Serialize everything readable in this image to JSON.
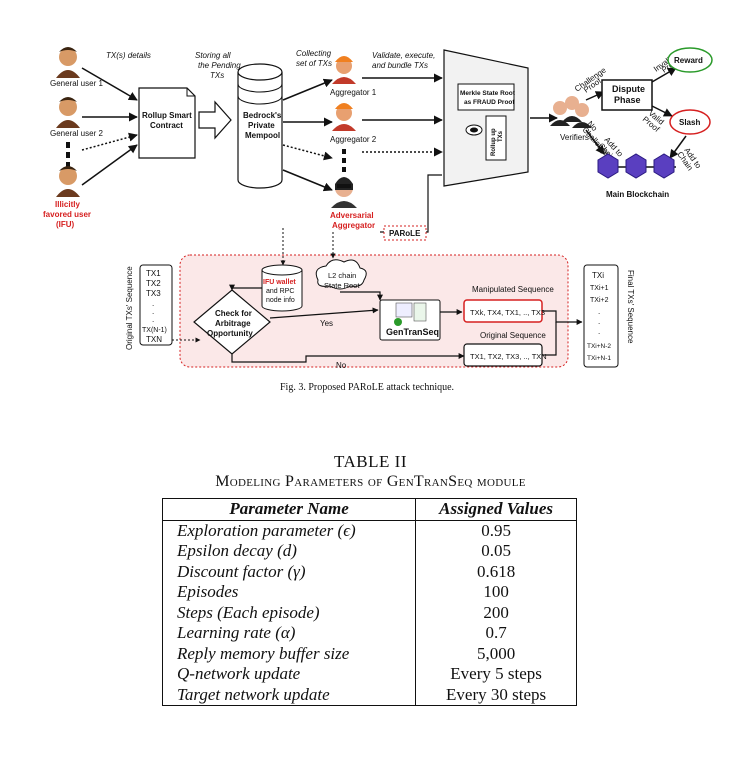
{
  "figure": {
    "tx_details": "TX(s) details",
    "users": [
      "General user 1",
      "General user 2"
    ],
    "ifu_label": [
      "Illicitly",
      "favored user",
      "(IFU)"
    ],
    "rollup_contract": [
      "Rollup Smart",
      "Contract"
    ],
    "storing_note": [
      "Storing all",
      "the Pending",
      "TXs"
    ],
    "mempool": [
      "Bedrock's",
      "Private",
      "Mempool"
    ],
    "collecting_note": [
      "Collecting",
      "set of TXs"
    ],
    "aggregators": [
      "Aggregator 1",
      "Aggregator 2"
    ],
    "adversarial": [
      "Adversarial",
      "Aggregator"
    ],
    "validate_note": [
      "Validate, execute,",
      "and bundle TXs"
    ],
    "merkle": [
      "Merkle State Root",
      "as FRAUD Proof"
    ],
    "rollup_txs": [
      "Rollup up",
      "TXs"
    ],
    "verifiers": "Verifiers",
    "challenge_proof": [
      "Challenge",
      "Proof"
    ],
    "dispute_phase": [
      "Dispute",
      "Phase"
    ],
    "invalid_proof": [
      "Invalid",
      "Proof"
    ],
    "valid_proof": [
      "Valid",
      "Proof"
    ],
    "reward": "Reward",
    "slash": "Slash",
    "no_challenge": [
      "No",
      "Challenge"
    ],
    "add_to_chain": [
      "Add to",
      "Chain"
    ],
    "main_blockchain": "Main Blockchain",
    "parole_label": "PARoLE",
    "orig_seq_vertical": "Original TXs' Sequence",
    "final_seq_vertical": "Final TXs' Sequence",
    "orig_list": [
      "TX1",
      "TX2",
      "TX3",
      ".",
      ".",
      ".",
      "TX(N-1)",
      "TXN"
    ],
    "final_list": [
      "TXi",
      "TXi+1",
      "TXi+2",
      ".",
      ".",
      ".",
      "TXi+N-2",
      "TXi+N-1"
    ],
    "ifu_wallet": [
      "IFU wallet",
      "and RPC",
      "node info"
    ],
    "l2_state": [
      "L2 chain",
      "State Root"
    ],
    "check_arbitrage": [
      "Check for",
      "Arbitrage",
      "Opportunity"
    ],
    "yes": "Yes",
    "no": "No",
    "gentranseq": "GenTranSeq",
    "manipulated_title": "Manipulated Sequence",
    "manipulated_seq": "TXk, TX4, TX1, .., TX3",
    "original_title": "Original Sequence",
    "original_seq": "TX1, TX2, TX3, .., TXN",
    "caption": "Fig. 3.  Proposed PARoLE attack technique."
  },
  "table": {
    "title": "TABLE II",
    "subtitle": "Modeling Parameters of GenTranSeq module",
    "headers": [
      "Parameter Name",
      "Assigned Values"
    ],
    "rows": [
      [
        "Exploration parameter (ϵ)",
        "0.95"
      ],
      [
        "Epsilon decay (d)",
        "0.05"
      ],
      [
        "Discount factor (γ)",
        "0.618"
      ],
      [
        "Episodes",
        "100"
      ],
      [
        "Steps (Each episode)",
        "200"
      ],
      [
        "Learning rate (α)",
        "0.7"
      ],
      [
        "Reply memory buffer size",
        "5,000"
      ],
      [
        "Q-network update",
        "Every 5 steps"
      ],
      [
        "Target network update",
        "Every 30 steps"
      ]
    ]
  }
}
